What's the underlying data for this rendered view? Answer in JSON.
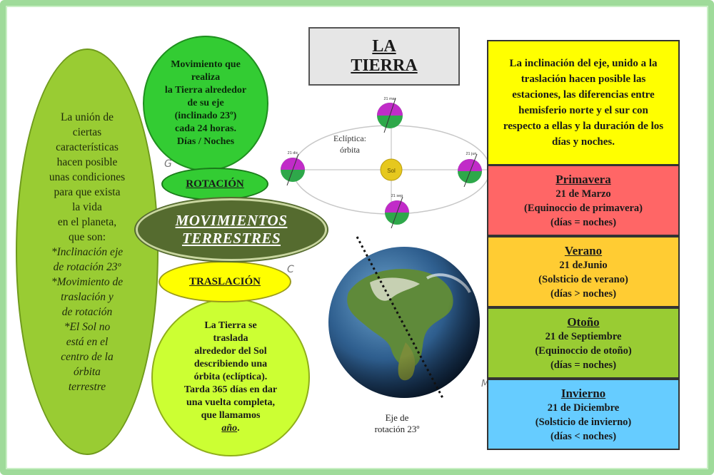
{
  "title": {
    "line1": "LA",
    "line2": "TIERRA"
  },
  "intro": {
    "lines": [
      "La unión de",
      "ciertas",
      "características",
      "hacen posible",
      "unas condiciones",
      "para que exista",
      "la vida",
      "en el planeta,",
      "que son:"
    ],
    "items": [
      "*Inclinación eje",
      "de rotación 23º",
      "*Movimiento de",
      "traslación y",
      "de rotación",
      "*El Sol no",
      "está en el",
      "centro de la",
      "órbita",
      "terrestre"
    ]
  },
  "movements": {
    "line1": "MOVIMIENTOS",
    "line2": "TERRESTRES"
  },
  "rotation": {
    "label": "ROTACIÓN",
    "desc": [
      "Movimiento que",
      "realiza",
      "la Tierra alrededor",
      "de su eje",
      "(inclinado 23º)",
      "cada 24 horas.",
      "Días / Noches"
    ]
  },
  "translation": {
    "label": "TRASLACIÓN",
    "desc": [
      "La Tierra se",
      "traslada",
      "alrededor del Sol",
      "describiendo una",
      "órbita (eclíptica).",
      "Tarda 365 días en dar",
      "una vuelta completa,",
      "que llamamos"
    ],
    "year": "año",
    "year_suffix": "."
  },
  "orbit": {
    "label_line1": "Eclíptica:",
    "label_line2": "órbita",
    "sun": "Sol",
    "dates": {
      "top": "21 mar",
      "left": "21 dic",
      "right": "21 jun",
      "bottom": "21 sep"
    }
  },
  "axis_label": {
    "line1": "Eje de",
    "line2": "rotación 23º"
  },
  "marks": {
    "g": "G",
    "c": "C",
    "m": "M"
  },
  "seasons_intro": "La inclinación del eje, unido a la traslación hacen posible las estaciones, las diferencias entre hemisferio norte y el sur con respecto a ellas y la duración de los días y noches.",
  "seasons": [
    {
      "title": "Primavera",
      "date": "21 de Marzo",
      "event": "(Equinoccio de primavera)",
      "days": "(días = noches)",
      "color": "#ff6666"
    },
    {
      "title": "Verano",
      "date": "21 deJunio",
      "event": "(Solsticio de verano)",
      "days": "(días > noches)",
      "color": "#ffcc33"
    },
    {
      "title": "Otoño",
      "date": "21 de Septiembre",
      "event": "(Equinoccio de otoño)",
      "days": "(días = noches)",
      "color": "#99cc33"
    },
    {
      "title": "Invierno",
      "date": "21 de Diciembre",
      "event": "(Solsticio de invierno)",
      "days": "(días < noches)",
      "color": "#66ccff"
    }
  ]
}
